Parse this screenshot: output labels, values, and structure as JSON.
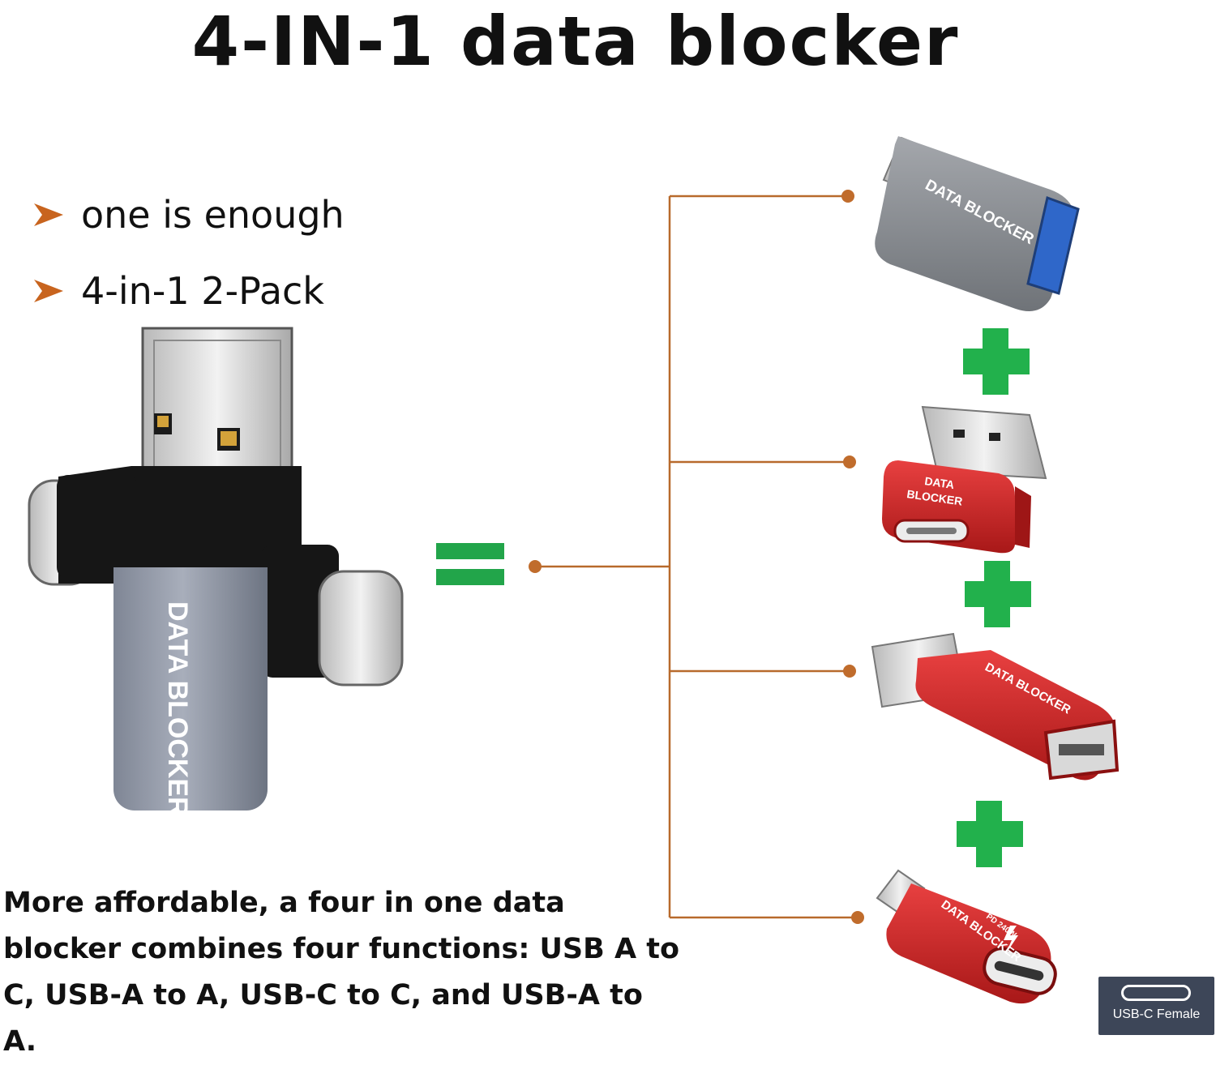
{
  "title": "4-IN-1 data blocker",
  "bullets": [
    {
      "text": "one is enough"
    },
    {
      "text": "4-in-1  2-Pack"
    }
  ],
  "main_adapter": {
    "label": "DATA BLOCKER"
  },
  "adapters": [
    {
      "label": "DATA BLOCKER",
      "color": "#8e9196"
    },
    {
      "label_line1": "DATA",
      "label_line2": "BLOCKER",
      "color": "#d42b2b"
    },
    {
      "label": "DATA BLOCKER",
      "color": "#d42b2b"
    },
    {
      "label": "DATA BLOCKER",
      "sub_label": "PD 240W",
      "color": "#d42b2b"
    }
  ],
  "description": "More affordable, a four in one data blocker combines four functions: USB A to C, USB-A to A, USB-C to C, and USB-A to A.",
  "badge": {
    "label": "USB-C Female"
  },
  "colors": {
    "arrow": "#c8641e",
    "connector_line": "#b86a2c",
    "equals": "#22a54a",
    "plus": "#22b14c",
    "red_body": "#d42b2b",
    "gray_body": "#8e9196"
  }
}
